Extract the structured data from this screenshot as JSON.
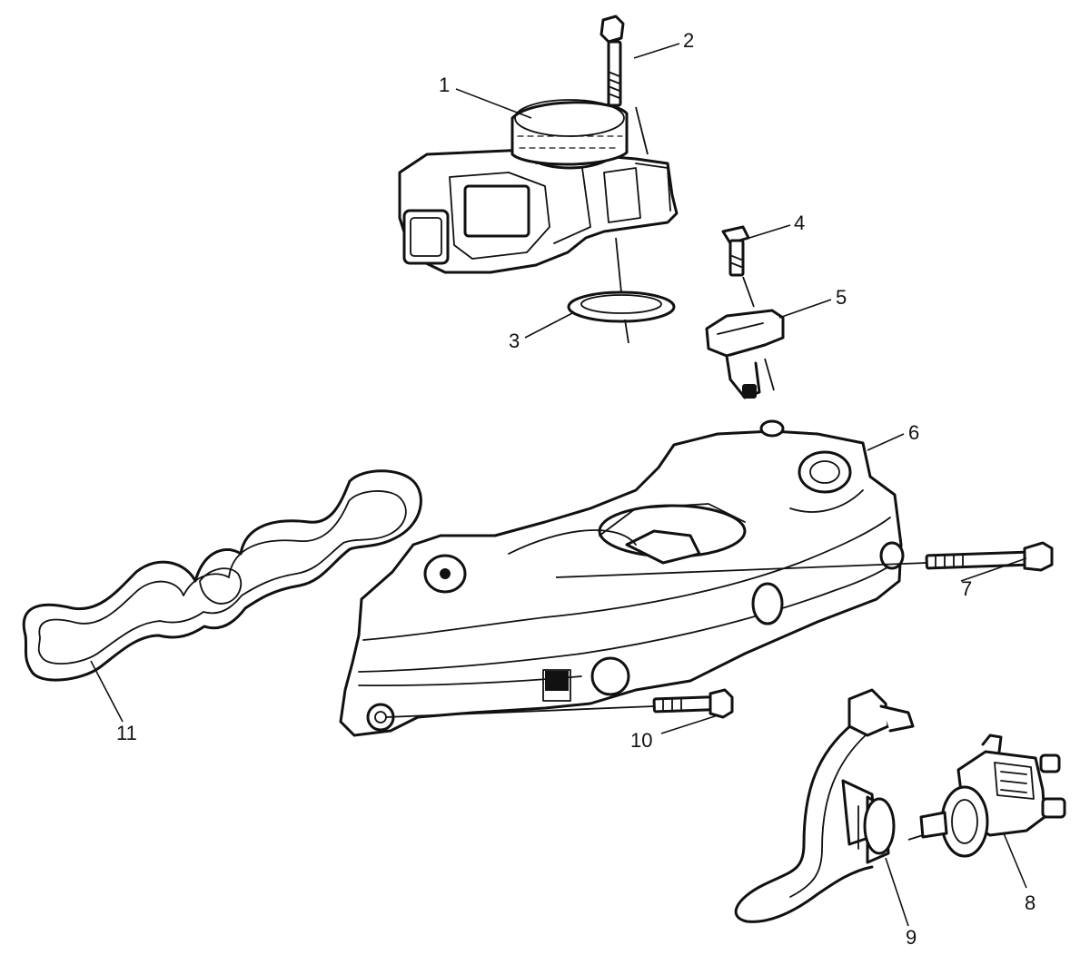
{
  "callouts": [
    {
      "id": "1",
      "text": "1"
    },
    {
      "id": "2",
      "text": "2"
    },
    {
      "id": "3",
      "text": "3"
    },
    {
      "id": "4",
      "text": "4"
    },
    {
      "id": "5",
      "text": "5"
    },
    {
      "id": "6",
      "text": "6"
    },
    {
      "id": "7",
      "text": "7"
    },
    {
      "id": "8",
      "text": "8"
    },
    {
      "id": "9",
      "text": "9"
    },
    {
      "id": "10",
      "text": "10"
    },
    {
      "id": "11",
      "text": "11"
    }
  ],
  "colors": {
    "line": "#111111",
    "background": "#ffffff"
  }
}
